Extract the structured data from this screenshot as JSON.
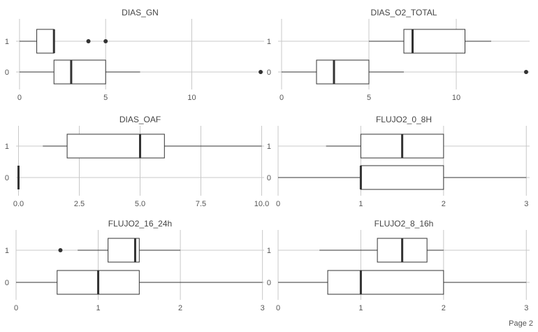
{
  "page": {
    "footer": "Page 2"
  },
  "chart_data": [
    {
      "type": "boxplot",
      "title": "DIAS_GN",
      "xlabel": "",
      "ylabel": "",
      "categories": [
        "1",
        "0"
      ],
      "xlim": [
        -0.2,
        14.2
      ],
      "xticks": [
        0,
        5,
        10
      ],
      "xtick_labels": [
        "0",
        "5",
        "10"
      ],
      "boxes": [
        {
          "group": "1",
          "whisker_low": 0,
          "q1": 1,
          "median": 2,
          "q3": 2,
          "whisker_high": 2,
          "outliers": [
            4,
            5
          ]
        },
        {
          "group": "0",
          "whisker_low": 0,
          "q1": 2,
          "median": 3,
          "q3": 5,
          "whisker_high": 7,
          "outliers": [
            14
          ]
        }
      ],
      "grid": true
    },
    {
      "type": "boxplot",
      "title": "DIAS_O2_TOTAL",
      "xlabel": "",
      "ylabel": "",
      "categories": [
        "1",
        "0"
      ],
      "xlim": [
        -0.2,
        14.2
      ],
      "xticks": [
        0,
        5,
        10
      ],
      "xtick_labels": [
        "0",
        "5",
        "10"
      ],
      "boxes": [
        {
          "group": "1",
          "whisker_low": 5,
          "q1": 7,
          "median": 7.5,
          "q3": 10.5,
          "whisker_high": 12,
          "outliers": []
        },
        {
          "group": "0",
          "whisker_low": 0,
          "q1": 2,
          "median": 3,
          "q3": 5,
          "whisker_high": 7,
          "outliers": [
            14
          ]
        }
      ],
      "grid": true
    },
    {
      "type": "boxplot",
      "title": "DIAS_OAF",
      "xlabel": "",
      "ylabel": "",
      "categories": [
        "1",
        "0"
      ],
      "xlim": [
        -0.1,
        10.1
      ],
      "xticks": [
        0,
        2.5,
        5,
        7.5,
        10
      ],
      "xtick_labels": [
        "0.0",
        "2.5",
        "5.0",
        "7.5",
        "10.0"
      ],
      "boxes": [
        {
          "group": "1",
          "whisker_low": 1,
          "q1": 2,
          "median": 5,
          "q3": 6,
          "whisker_high": 10,
          "outliers": []
        },
        {
          "group": "0",
          "whisker_low": 0,
          "q1": 0,
          "median": 0,
          "q3": 0,
          "whisker_high": 0,
          "outliers": []
        }
      ],
      "grid": true
    },
    {
      "type": "boxplot",
      "title": "FLUJO2_0_8H",
      "xlabel": "",
      "ylabel": "",
      "categories": [
        "1",
        "0"
      ],
      "xlim": [
        0,
        3.04
      ],
      "xticks": [
        0,
        1,
        2,
        3
      ],
      "xtick_labels": [
        "0",
        "1",
        "2",
        "3"
      ],
      "boxes": [
        {
          "group": "1",
          "whisker_low": 0.58,
          "q1": 1,
          "median": 1.5,
          "q3": 2,
          "whisker_high": 2,
          "outliers": []
        },
        {
          "group": "0",
          "whisker_low": 0,
          "q1": 1,
          "median": 1,
          "q3": 2,
          "whisker_high": 3,
          "outliers": []
        }
      ],
      "grid": true
    },
    {
      "type": "boxplot",
      "title": "FLUJO2_16_24h",
      "xlabel": "",
      "ylabel": "",
      "categories": [
        "1",
        "0"
      ],
      "xlim": [
        0,
        3.02
      ],
      "xticks": [
        0,
        1,
        2,
        3
      ],
      "xtick_labels": [
        "0",
        "1",
        "2",
        "3"
      ],
      "boxes": [
        {
          "group": "1",
          "whisker_low": 0.75,
          "q1": 1.12,
          "median": 1.45,
          "q3": 1.5,
          "whisker_high": 2,
          "outliers": [
            0.54
          ]
        },
        {
          "group": "0",
          "whisker_low": 0,
          "q1": 0.5,
          "median": 1,
          "q3": 1.5,
          "whisker_high": 3,
          "outliers": []
        }
      ],
      "grid": true
    },
    {
      "type": "boxplot",
      "title": "FLUJO2_8_16h",
      "xlabel": "",
      "ylabel": "",
      "categories": [
        "1",
        "0"
      ],
      "xlim": [
        0,
        3.04
      ],
      "xticks": [
        0,
        1,
        2,
        3
      ],
      "xtick_labels": [
        "0",
        "1",
        "2",
        "3"
      ],
      "boxes": [
        {
          "group": "1",
          "whisker_low": 0.5,
          "q1": 1.2,
          "median": 1.5,
          "q3": 1.8,
          "whisker_high": 2,
          "outliers": []
        },
        {
          "group": "0",
          "whisker_low": 0,
          "q1": 0.6,
          "median": 1,
          "q3": 2,
          "whisker_high": 3,
          "outliers": []
        }
      ],
      "grid": true
    }
  ]
}
